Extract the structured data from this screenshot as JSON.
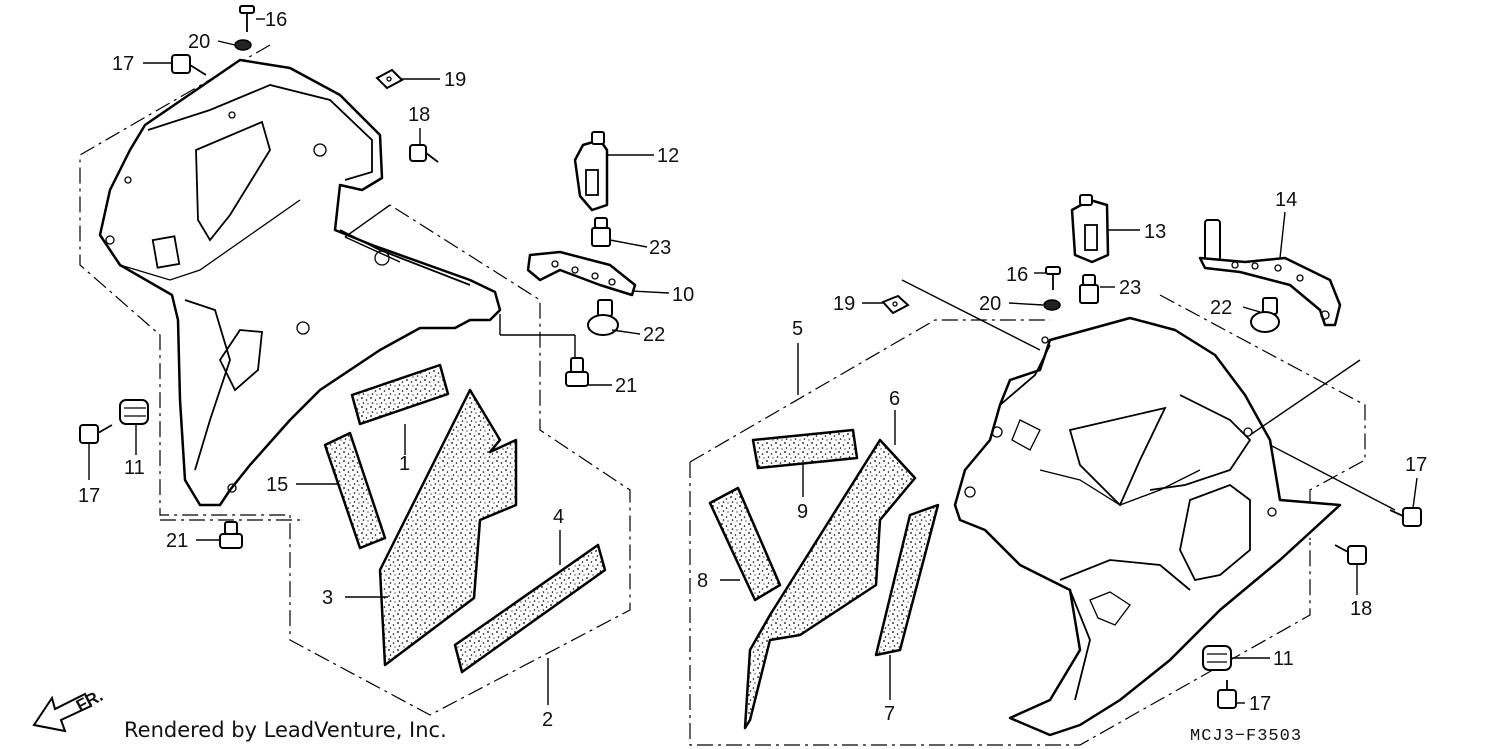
{
  "credit": "Rendered by LeadVenture, Inc.",
  "diagram_code": "MCJ3−F3503",
  "front_indicator": "FR.",
  "callouts": {
    "c16a": "16",
    "c20a": "20",
    "c17a": "17",
    "c19a": "19",
    "c18a": "18",
    "c12": "12",
    "c23a": "23",
    "c10": "10",
    "c22a": "22",
    "c21a": "21",
    "c1": "1",
    "c11a": "11",
    "c17b": "17",
    "c15": "15",
    "c21b": "21",
    "c4": "4",
    "c3": "3",
    "c2": "2",
    "c13": "13",
    "c14": "14",
    "c16b": "16",
    "c23b": "23",
    "c19b": "19",
    "c20b": "20",
    "c22b": "22",
    "c5": "5",
    "c6": "6",
    "c9": "9",
    "c17c": "17",
    "c18b": "18",
    "c8": "8",
    "c7": "7",
    "c11b": "11",
    "c17d": "17"
  }
}
